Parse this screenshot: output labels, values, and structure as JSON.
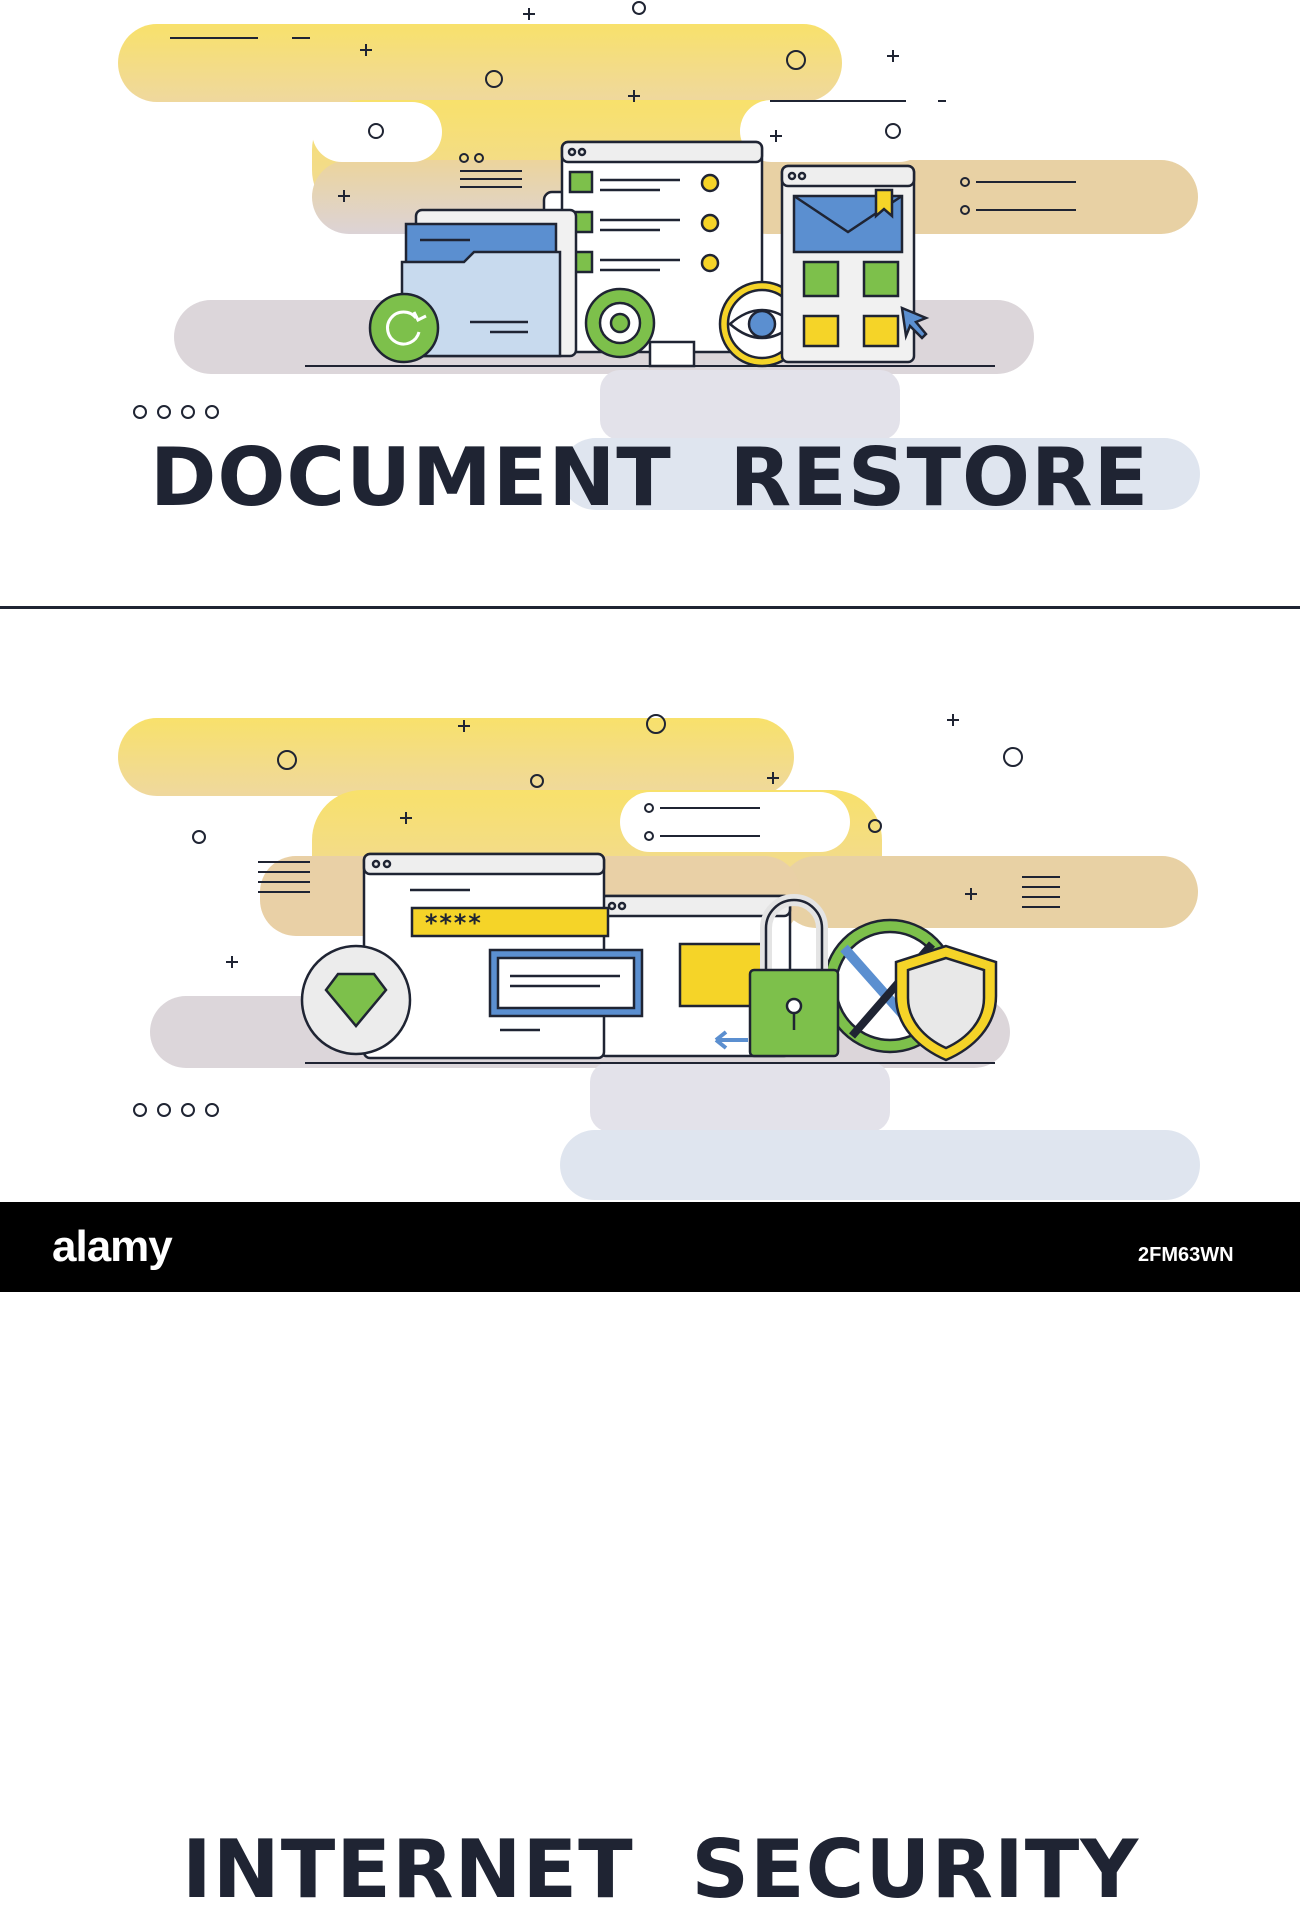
{
  "banners": [
    {
      "title": "DOCUMENT  RESTORE"
    },
    {
      "title": "INTERNET  SECURITY"
    }
  ],
  "watermark": {
    "logo": "alamy",
    "image_id": "2FM63WN"
  },
  "colors": {
    "yellow": "#f6df6e",
    "sand": "#e9d0a3",
    "grey": "#dcd6d9",
    "blue_grey": "#dfe5ef",
    "ink": "#1f2433",
    "green": "#7dc04b",
    "blue": "#5b8fd0",
    "accent_yellow": "#f5d428"
  },
  "icons": {
    "top": [
      "folder-icon",
      "refresh-icon",
      "document-window-icon",
      "gear-icon",
      "eye-icon",
      "mobile-layout-icon",
      "bookmark-icon",
      "cursor-icon"
    ],
    "bottom": [
      "browser-window-icon",
      "password-field-icon",
      "diamond-icon",
      "dialog-window-icon",
      "padlock-icon",
      "tools-icon",
      "shield-icon",
      "arrow-left-icon"
    ]
  }
}
